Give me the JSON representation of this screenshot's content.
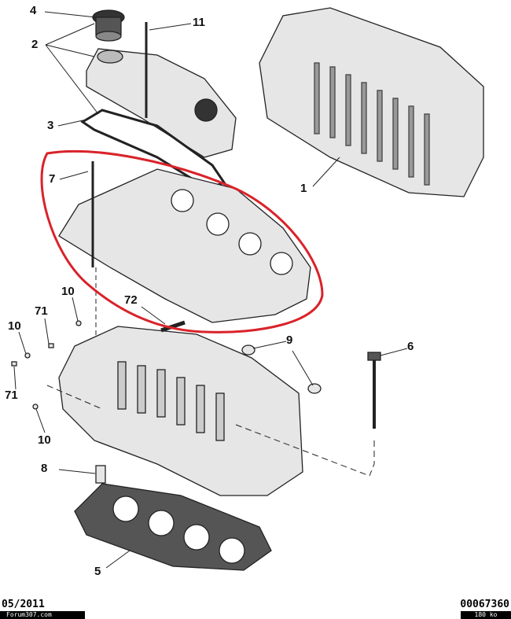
{
  "labels": {
    "l4": "4",
    "l2": "2",
    "l11": "11",
    "l3": "3",
    "l7": "7",
    "l1": "1",
    "l10a": "10",
    "l72": "72",
    "l71a": "71",
    "l10b": "10",
    "l9": "9",
    "l6": "6",
    "l71b": "71",
    "l10c": "10",
    "l8": "8",
    "l5": "5"
  },
  "footer": {
    "date": "05/2011",
    "site": "Forum307.com",
    "reference": "00067360",
    "file_size": "180 ko"
  },
  "colors": {
    "highlight": "#d9232a",
    "line": "#222222",
    "part_fill": "#e8e8e8"
  }
}
